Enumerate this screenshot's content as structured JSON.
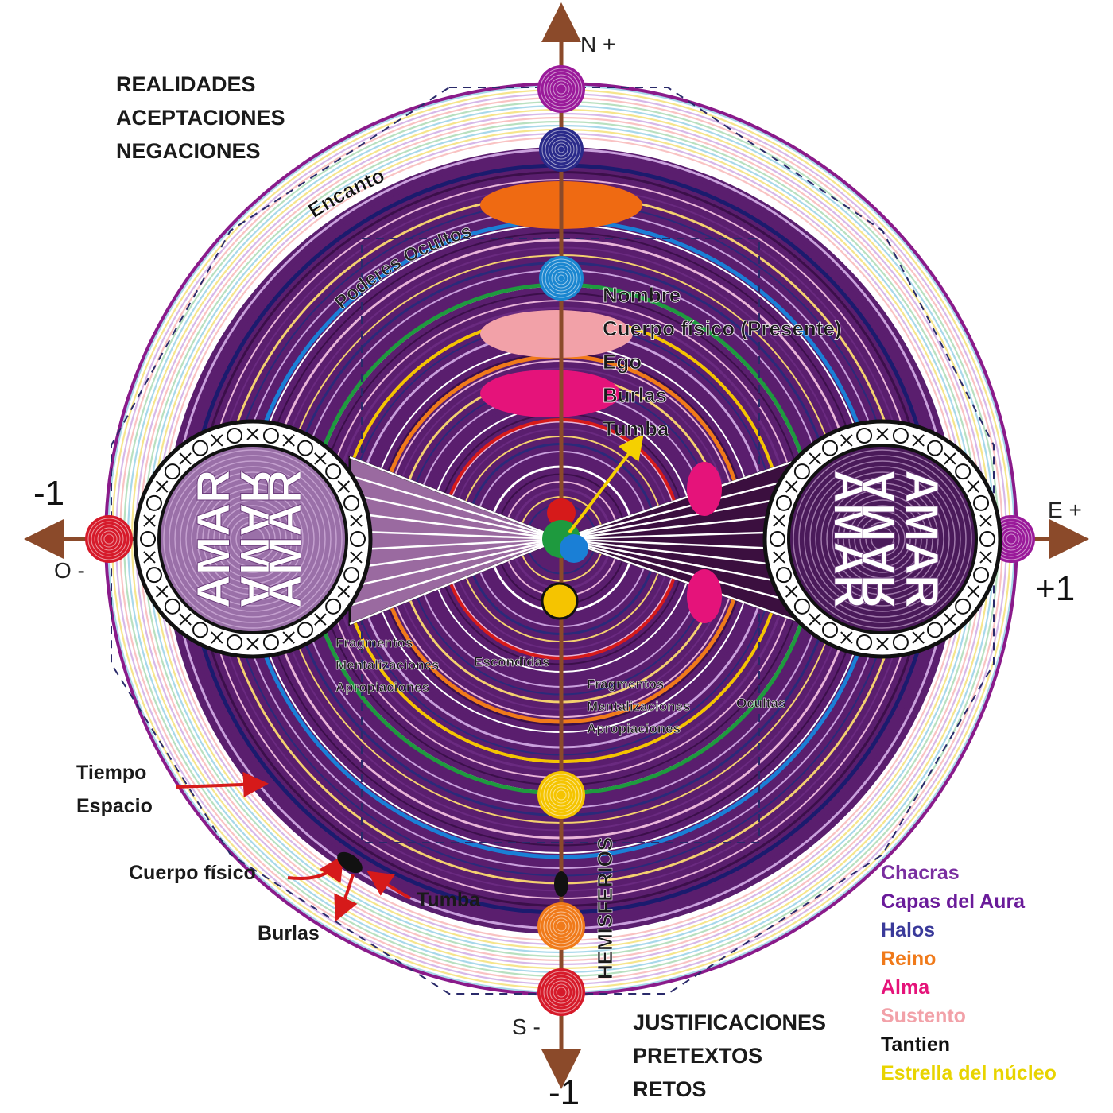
{
  "corner_top_left": [
    "REALIDADES",
    "ACEPTACIONES",
    "NEGACIONES"
  ],
  "corner_bottom_right": [
    "JUSTIFICACIONES",
    "PRETEXTOS",
    "RETOS"
  ],
  "axes": {
    "north": "N +",
    "south": "S -",
    "east": "E +",
    "west": "O -",
    "left_value": "-1",
    "right_value": "+1",
    "bottom_value": "-1"
  },
  "arc_labels": {
    "encanto": "Encanto",
    "poderes": "Poderes Ocultos"
  },
  "center_labels": [
    "Nombre",
    "Cuerpo físico (Presente)",
    "Ego",
    "Burlas",
    "Tumba"
  ],
  "circle_word": "AMAR",
  "left_notes": {
    "lines": [
      "Fragmentos",
      "Mentalizaciones",
      "Apropiaciones"
    ],
    "tag": "Escondidas"
  },
  "right_notes": {
    "lines": [
      "Fragmentos",
      "Mentalizaciones",
      "Apropiaciones"
    ],
    "tag": "Ocultas"
  },
  "tiempo_espacio": [
    "Tiempo",
    "Espacio"
  ],
  "bottom_left_labels": {
    "cuerpo": "Cuerpo físico",
    "tumba": "Tumba",
    "burlas": "Burlas"
  },
  "hemisferios": "HEMISFERIOS",
  "legend": [
    {
      "label": "Chacras",
      "color": "#7a2ea0"
    },
    {
      "label": "Capas del Aura",
      "color": "#6a1b9a"
    },
    {
      "label": "Halos",
      "color": "#3a3a9a"
    },
    {
      "label": "Reino",
      "color": "#f07a1a"
    },
    {
      "label": "Alma",
      "color": "#e5137a"
    },
    {
      "label": "Sustento",
      "color": "#f2a1a8"
    },
    {
      "label": "Tantien",
      "color": "#111111"
    },
    {
      "label": "Estrella del núcleo",
      "color": "#e8d400"
    }
  ]
}
